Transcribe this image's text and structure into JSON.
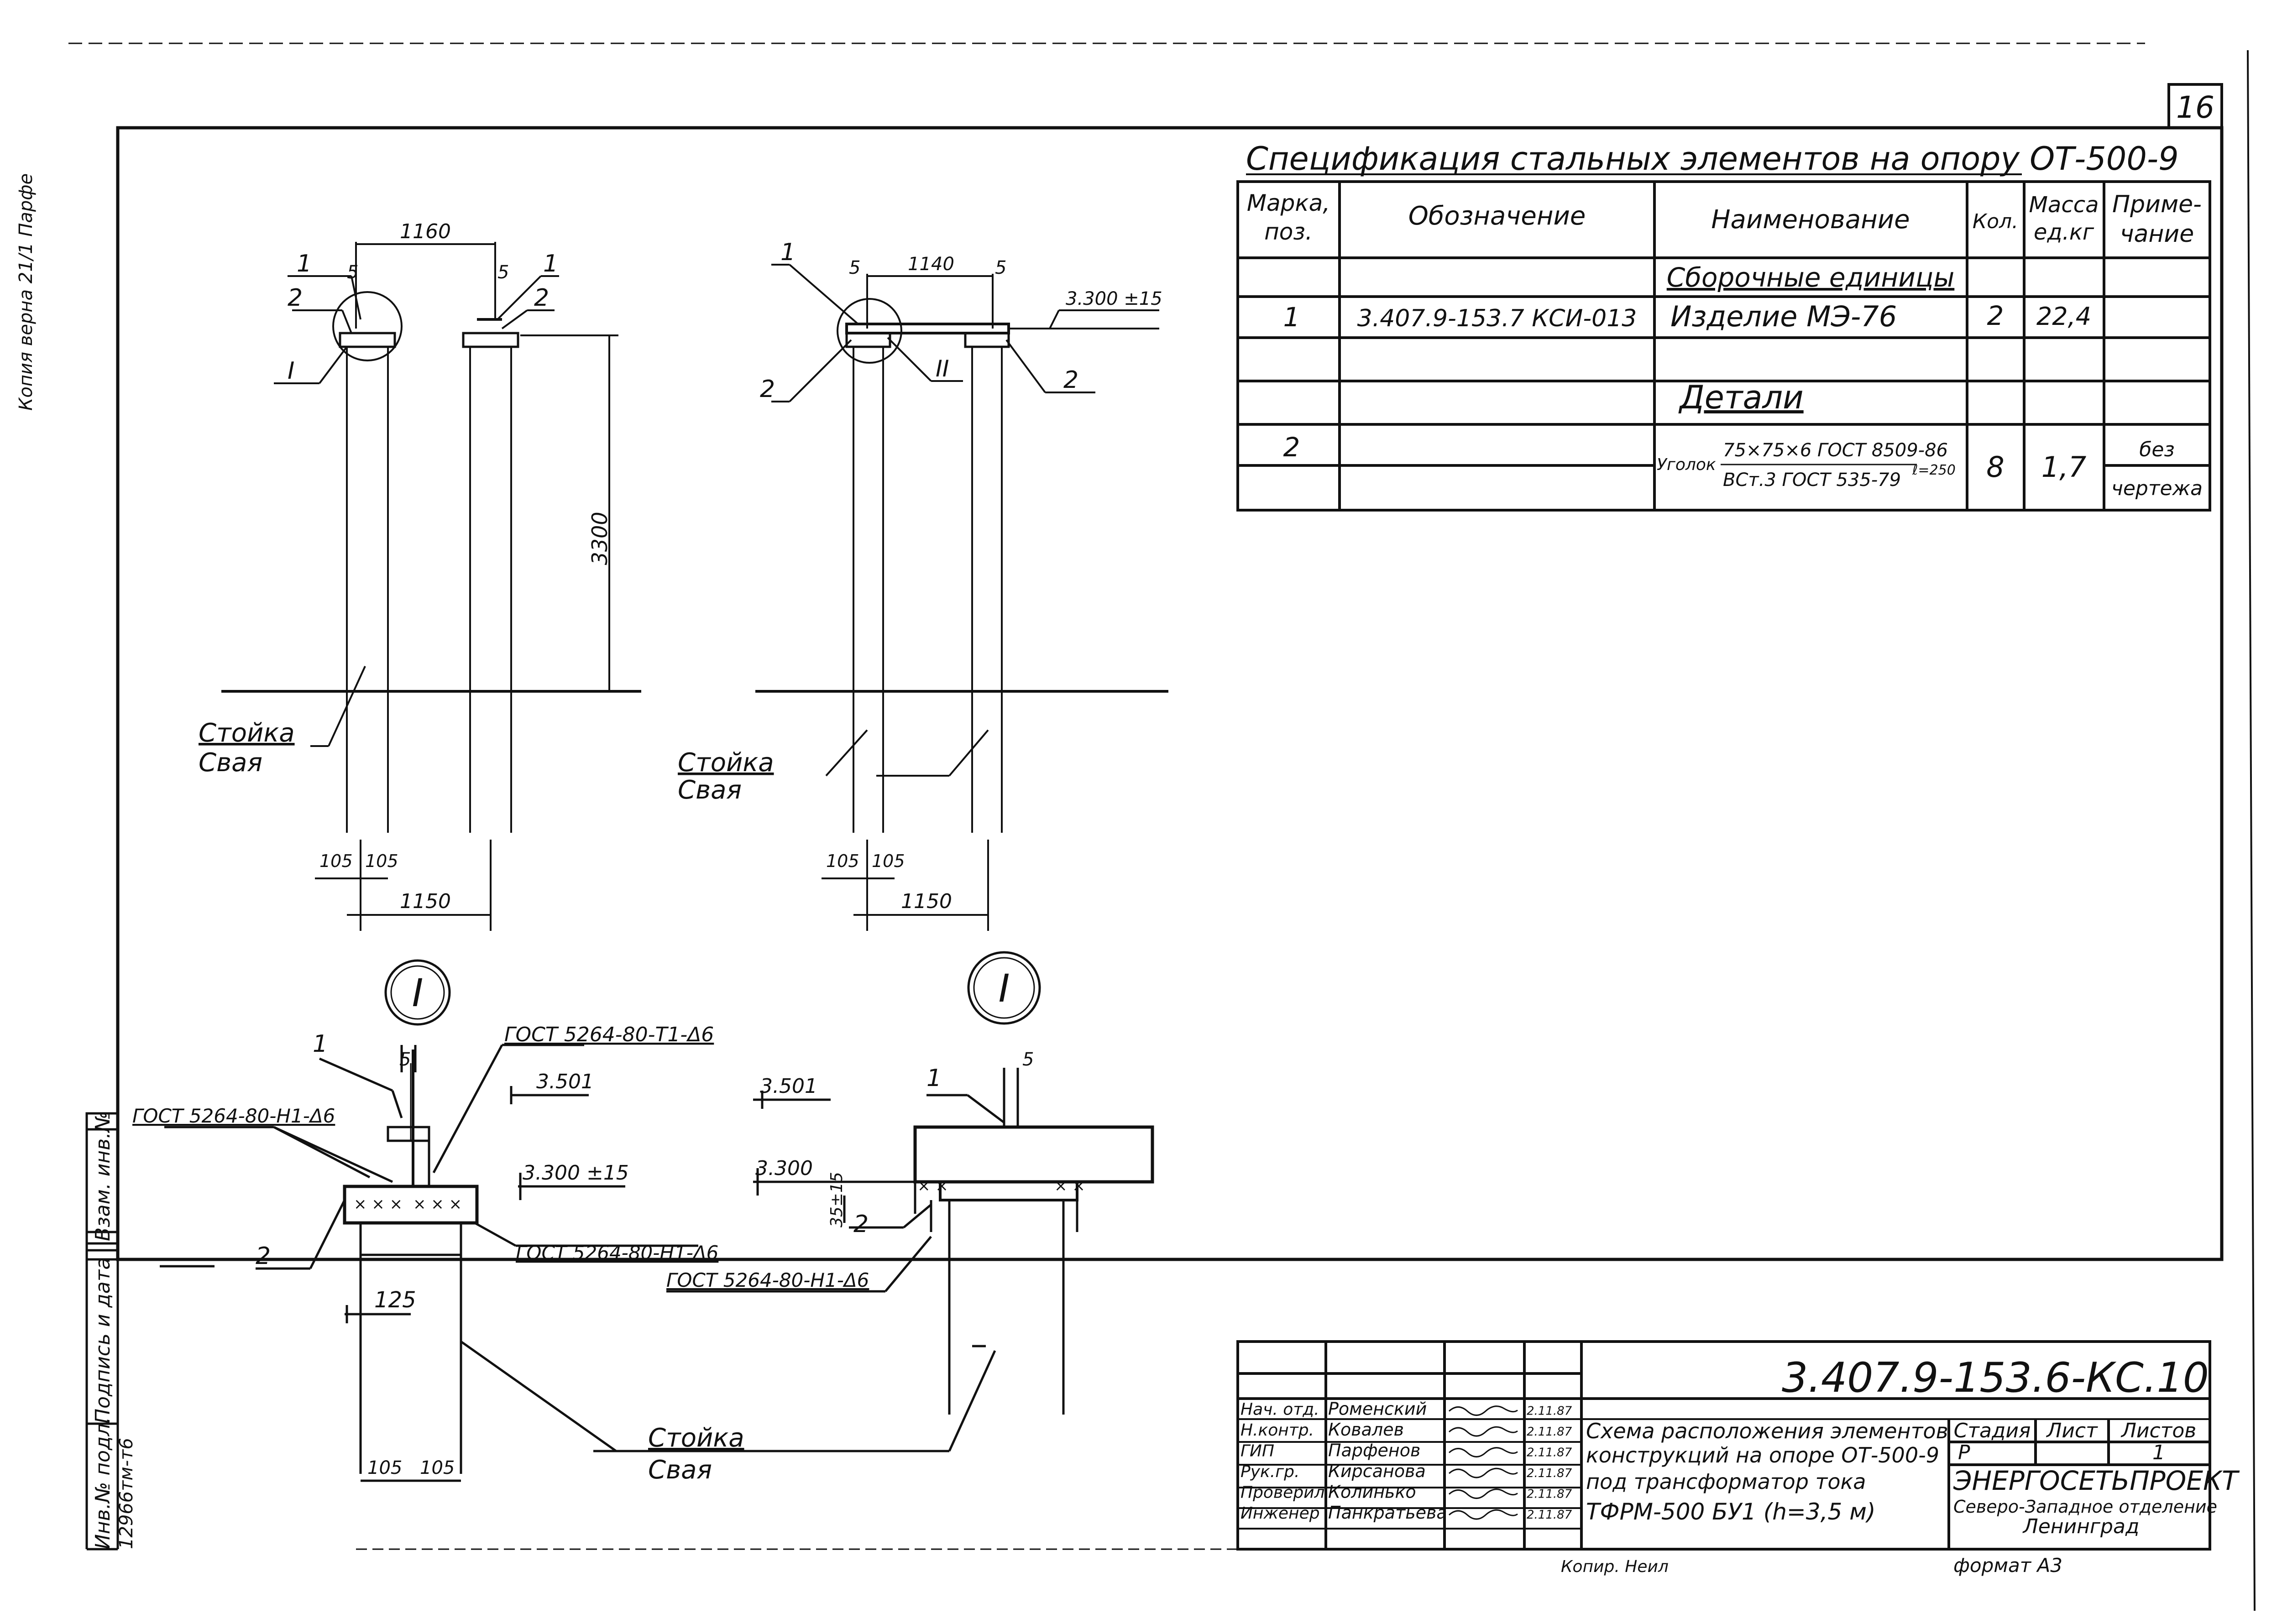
{
  "sheet_number": "16",
  "side_stamp": {
    "inv_podl": "Инв.№ подл.",
    "podpis_data": "Подпись и дата",
    "vzam_inv": "Взам. инв.№",
    "inv_value": "12966тм-т6",
    "top_note": "Копия верна  21/1  Парфе"
  },
  "spec": {
    "title": "Спецификация  стальных  элементов  на опору  ОТ-500-9",
    "headers": {
      "mark_1": "Марка,",
      "mark_2": "поз.",
      "designation": "Обозначение",
      "name": "Наименование",
      "qty": "Кол.",
      "mass_1": "Масса",
      "mass_2": "ед.кг",
      "note_1": "Приме-",
      "note_2": "чание"
    },
    "section_assembly": "Сборочные  единицы",
    "row1": {
      "mark": "1",
      "designation": "3.407.9-153.7 КСИ-013",
      "name": "Изделие   МЭ-76",
      "qty": "2",
      "mass": "22,4"
    },
    "section_details": "Детали",
    "row2": {
      "mark": "2",
      "name_prefix": "Уголок",
      "name_top": "75×75×6 ГОСТ 8509-86",
      "name_bottom": "ВСт.3 ГОСТ 535-79",
      "name_length": "ℓ=250",
      "qty": "8",
      "mass": "1,7",
      "note_1": "без",
      "note_2": "чертежа"
    }
  },
  "drawing": {
    "dim_1160": "1160",
    "dim_1140": "1140",
    "dim_5": "5",
    "dim_3300": "3300",
    "dim_1150": "1150",
    "dim_105": "105",
    "dim_125": "125",
    "dim_35": "35±15",
    "level_3300_15": "3.300 ±15",
    "level_3501": "3.501",
    "level_3300": "3.300",
    "pos_1": "1",
    "pos_2": "2",
    "node_I": "I",
    "node_II": "II",
    "stoika": "Стойка",
    "svaya": "Свая",
    "gost_1": "ГОСТ 5264-80-Т1-Δ6",
    "gost_2": "ГОСТ 5264-80-Н1-Δ6"
  },
  "title_block": {
    "code": "3.407.9-153.6-КС.10",
    "roles": [
      {
        "role": "Нач. отд.",
        "name": "Роменский",
        "date": "2.11.87"
      },
      {
        "role": "Н.контр.",
        "name": "Ковалев",
        "date": "2.11.87"
      },
      {
        "role": "ГИП",
        "name": "Парфенов",
        "date": "2.11.87"
      },
      {
        "role": "Рук.гр.",
        "name": "Кирсанова",
        "date": "2.11.87"
      },
      {
        "role": "Проверил",
        "name": "Колинько",
        "date": "2.11.87"
      },
      {
        "role": "Инженер",
        "name": "Панкратьева",
        "date": "2.11.87"
      }
    ],
    "description": [
      "Схема расположения элементов",
      "конструкций на опоре ОТ-500-9",
      "под трансформатор тока",
      "ТФРМ-500 БУ1  (h=3,5 м)"
    ],
    "stage_label": "Стадия",
    "sheet_label": "Лист",
    "sheets_label": "Листов",
    "stage": "Р",
    "sheet": "",
    "sheets": "1",
    "org_1": "ЭНЕРГОСЕТЬПРОЕКТ",
    "org_2": "Северо-Западное отделение",
    "org_3": "Ленинград",
    "kopiroval": "Копир. Неил",
    "format": "формат А3"
  }
}
